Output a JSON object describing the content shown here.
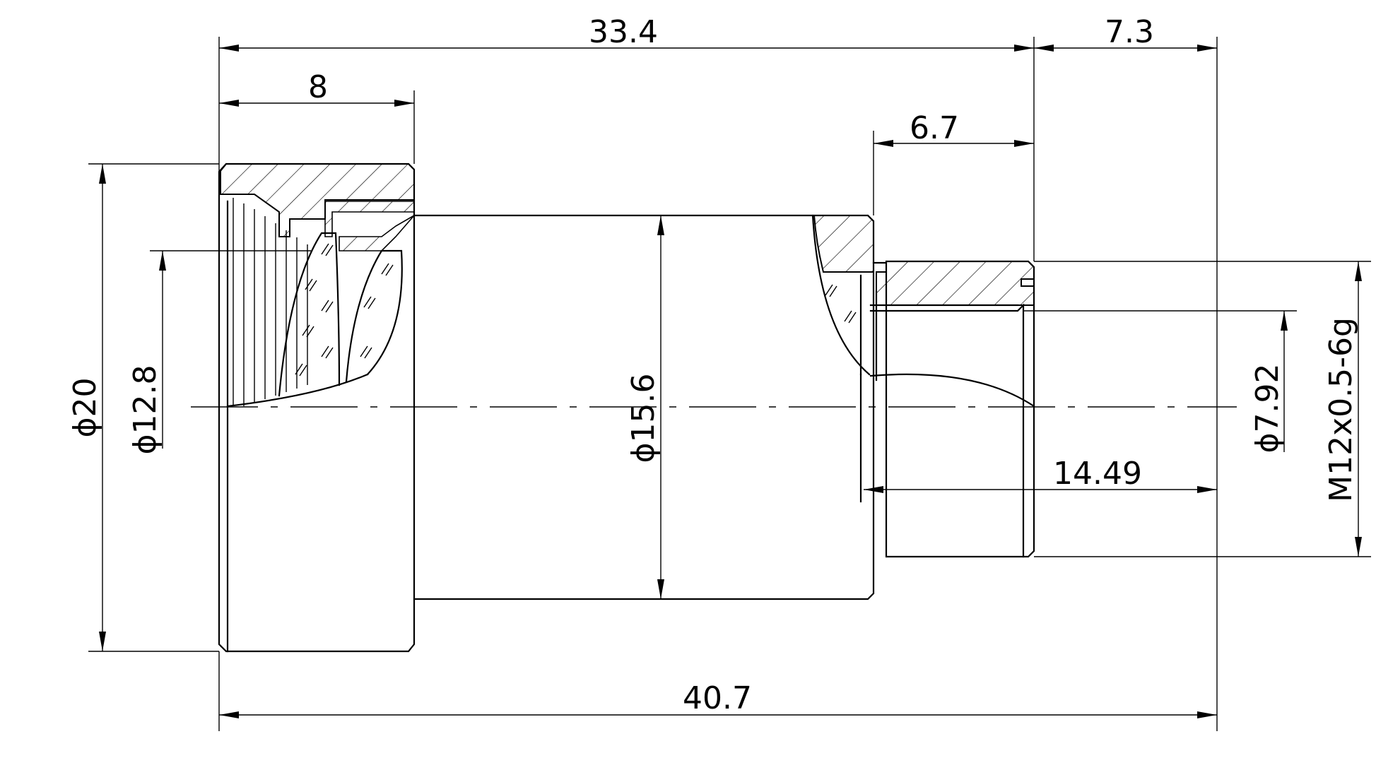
{
  "dimensions": {
    "len_33_4": "33.4",
    "len_7_3": "7.3",
    "len_8": "8",
    "len_6_7": "6.7",
    "len_14_49": "14.49",
    "len_40_7": "40.7",
    "dia_20": "ϕ20",
    "dia_12_8": "ϕ12.8",
    "dia_15_6": "ϕ15.6",
    "dia_7_92": "ϕ7.92",
    "thread": "M12x0.5-6g"
  }
}
